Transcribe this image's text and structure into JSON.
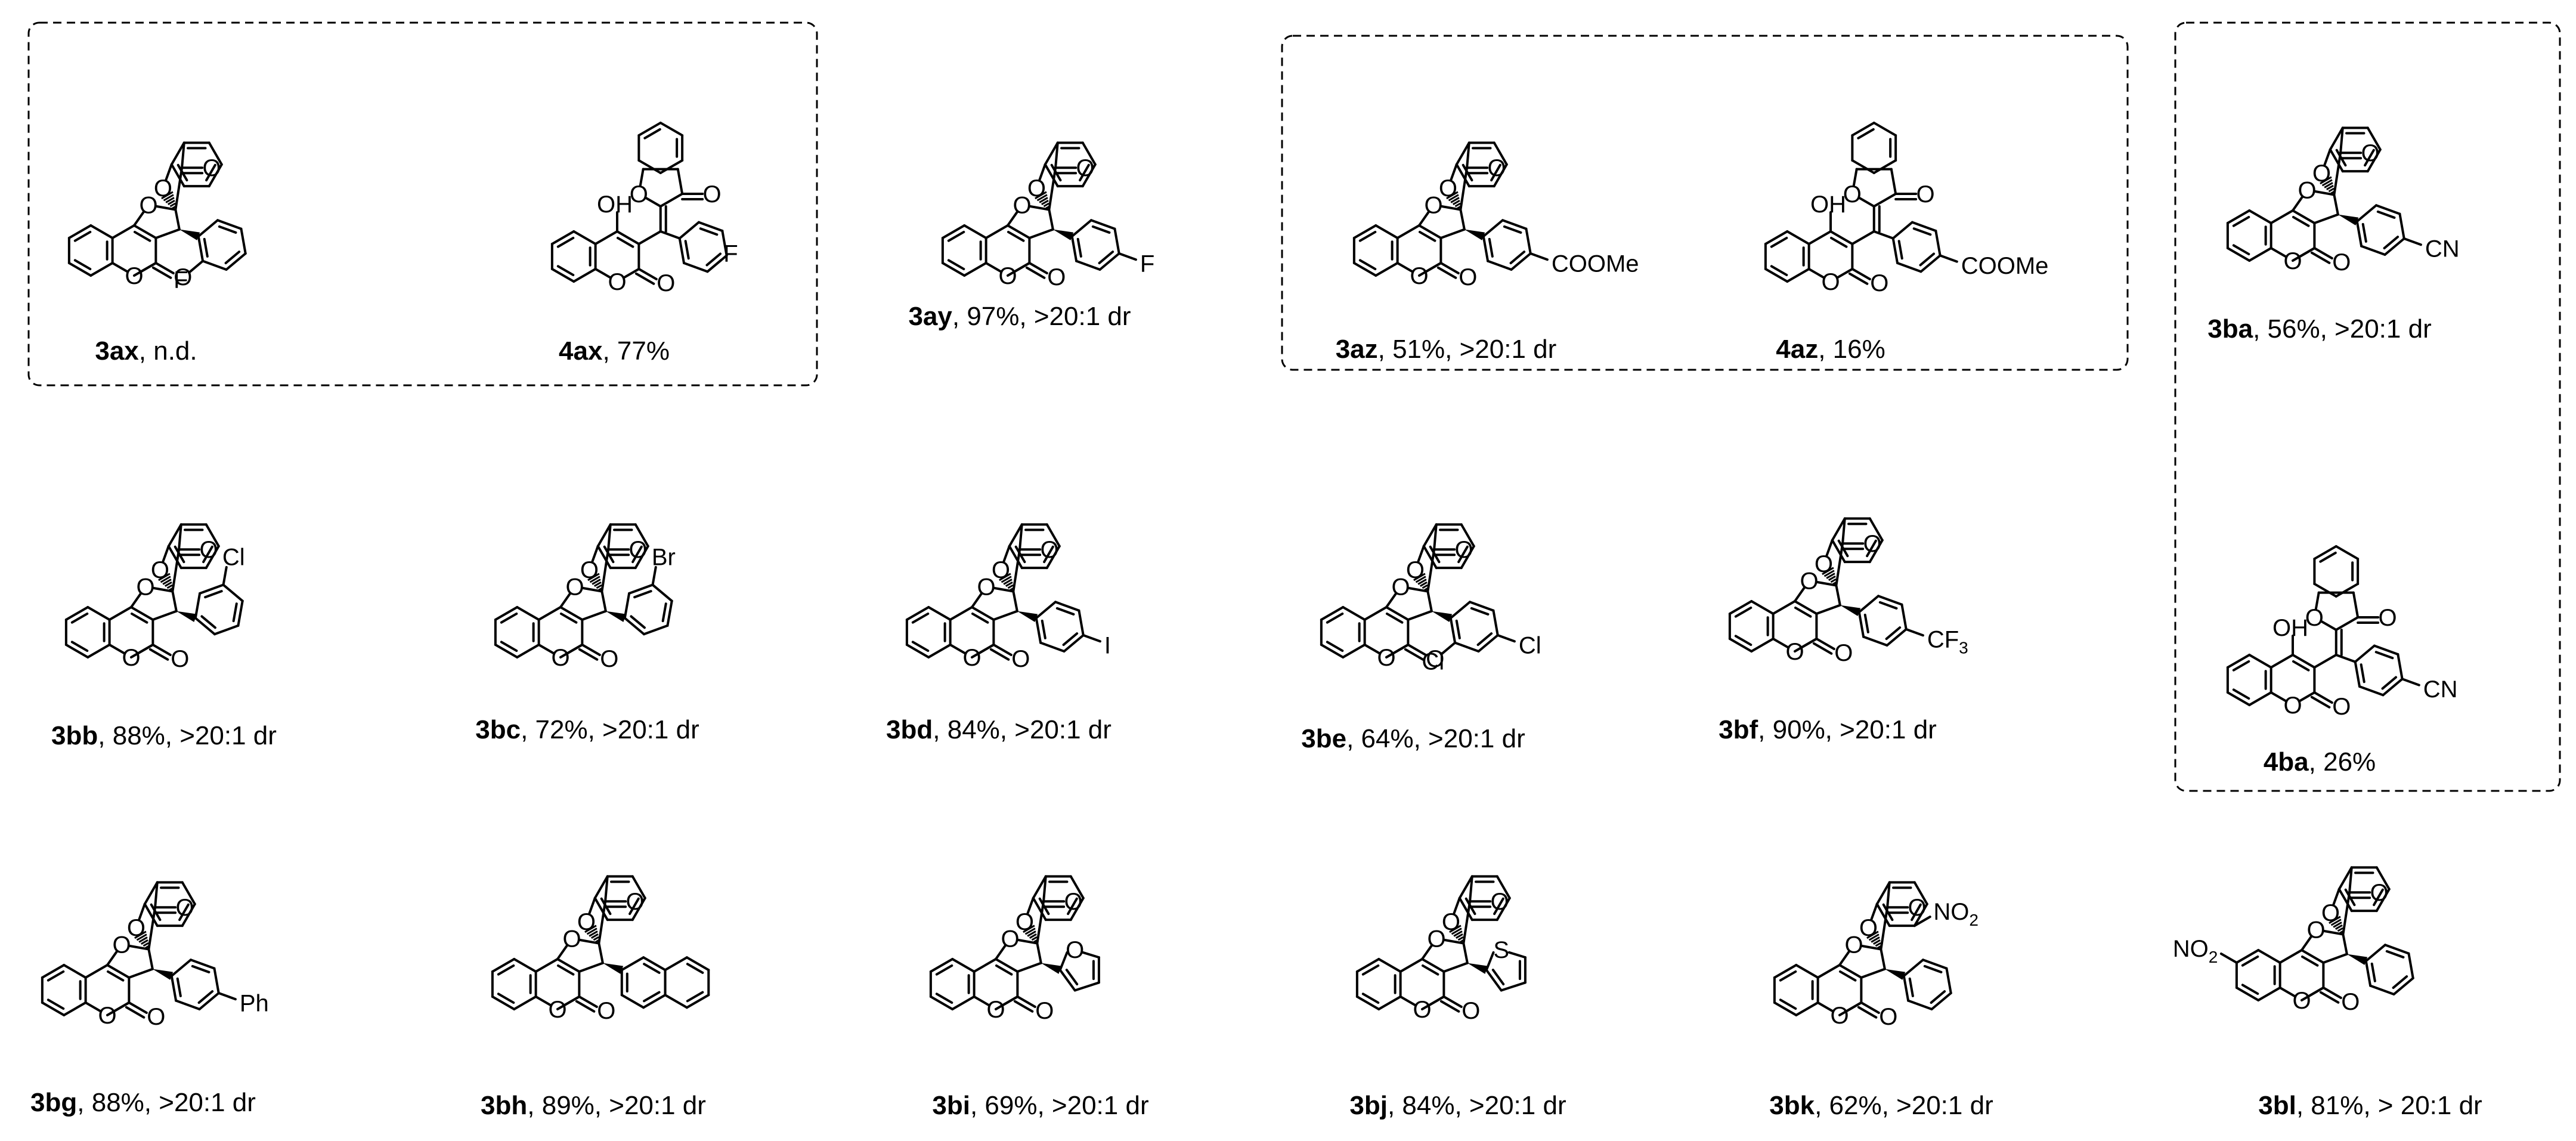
{
  "compounds": [
    {
      "id": "3ax",
      "label": "3ax",
      "detail": ", n.d."
    },
    {
      "id": "4ax",
      "label": "4ax",
      "detail": ", 77%"
    },
    {
      "id": "3ay",
      "label": "3ay",
      "detail": ", 97%, >20:1 dr"
    },
    {
      "id": "3az",
      "label": "3az",
      "detail": ", 51%, >20:1 dr"
    },
    {
      "id": "4az",
      "label": "4az",
      "detail": ", 16%"
    },
    {
      "id": "3ba",
      "label": "3ba",
      "detail": ", 56%, >20:1 dr"
    },
    {
      "id": "3bb",
      "label": "3bb",
      "detail": ", 88%, >20:1 dr"
    },
    {
      "id": "3bc",
      "label": "3bc",
      "detail": ", 72%, >20:1 dr"
    },
    {
      "id": "3bd",
      "label": "3bd",
      "detail": ", 84%, >20:1 dr"
    },
    {
      "id": "3be",
      "label": "3be",
      "detail": ", 64%, >20:1 dr"
    },
    {
      "id": "3bf",
      "label": "3bf",
      "detail": ", 90%, >20:1 dr"
    },
    {
      "id": "4ba",
      "label": "4ba",
      "detail": ", 26%"
    },
    {
      "id": "3bg",
      "label": "3bg",
      "detail": ", 88%, >20:1 dr"
    },
    {
      "id": "3bh",
      "label": "3bh",
      "detail": ", 89%, >20:1 dr"
    },
    {
      "id": "3bi",
      "label": "3bi",
      "detail": ", 69%, >20:1 dr"
    },
    {
      "id": "3bj",
      "label": "3bj",
      "detail": ", 84%, >20:1 dr"
    },
    {
      "id": "3bk",
      "label": "3bk",
      "detail": ", 62%, >20:1 dr"
    },
    {
      "id": "3bl",
      "label": "3bl",
      "detail": ", 81%, > 20:1 dr"
    }
  ],
  "substituents": {
    "3ax": "F",
    "4ax": "F",
    "3ay": "F",
    "3az": "COOMe",
    "4az": "COOMe",
    "3ba": "CN",
    "4ba": "CN",
    "3bb": "Cl",
    "3bc": "Br",
    "3bd": "I",
    "3be_a": "Cl",
    "3be_b": "Cl",
    "3bf": "CF3",
    "3bg": "Ph",
    "3bk": "NO2",
    "3bl": "NO2"
  },
  "atoms": {
    "O": "O",
    "OH": "OH",
    "S": "S"
  }
}
